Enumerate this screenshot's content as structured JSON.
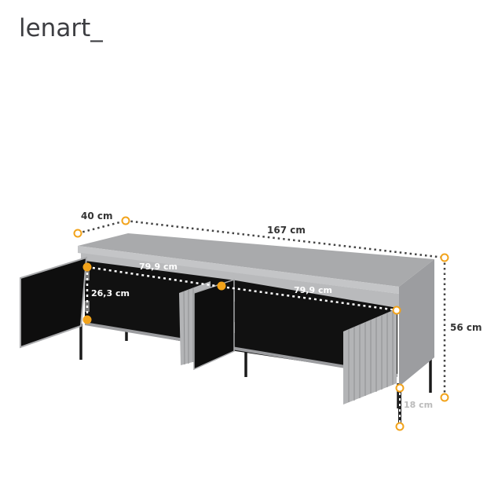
{
  "brand": {
    "logo_text": "lenart_"
  },
  "dimensions": {
    "depth": "40 cm",
    "width": "167 cm",
    "height": "56 cm",
    "compartment_width_left": "79,9 cm",
    "compartment_width_right": "79,9 cm",
    "compartment_height": "26,3 cm",
    "leg_height": "18 cm"
  },
  "colors": {
    "accent": "#f2a31b",
    "body": "#a9aaac",
    "interior": "#111111",
    "legs": "#1a1a1a",
    "text": "#333333"
  }
}
